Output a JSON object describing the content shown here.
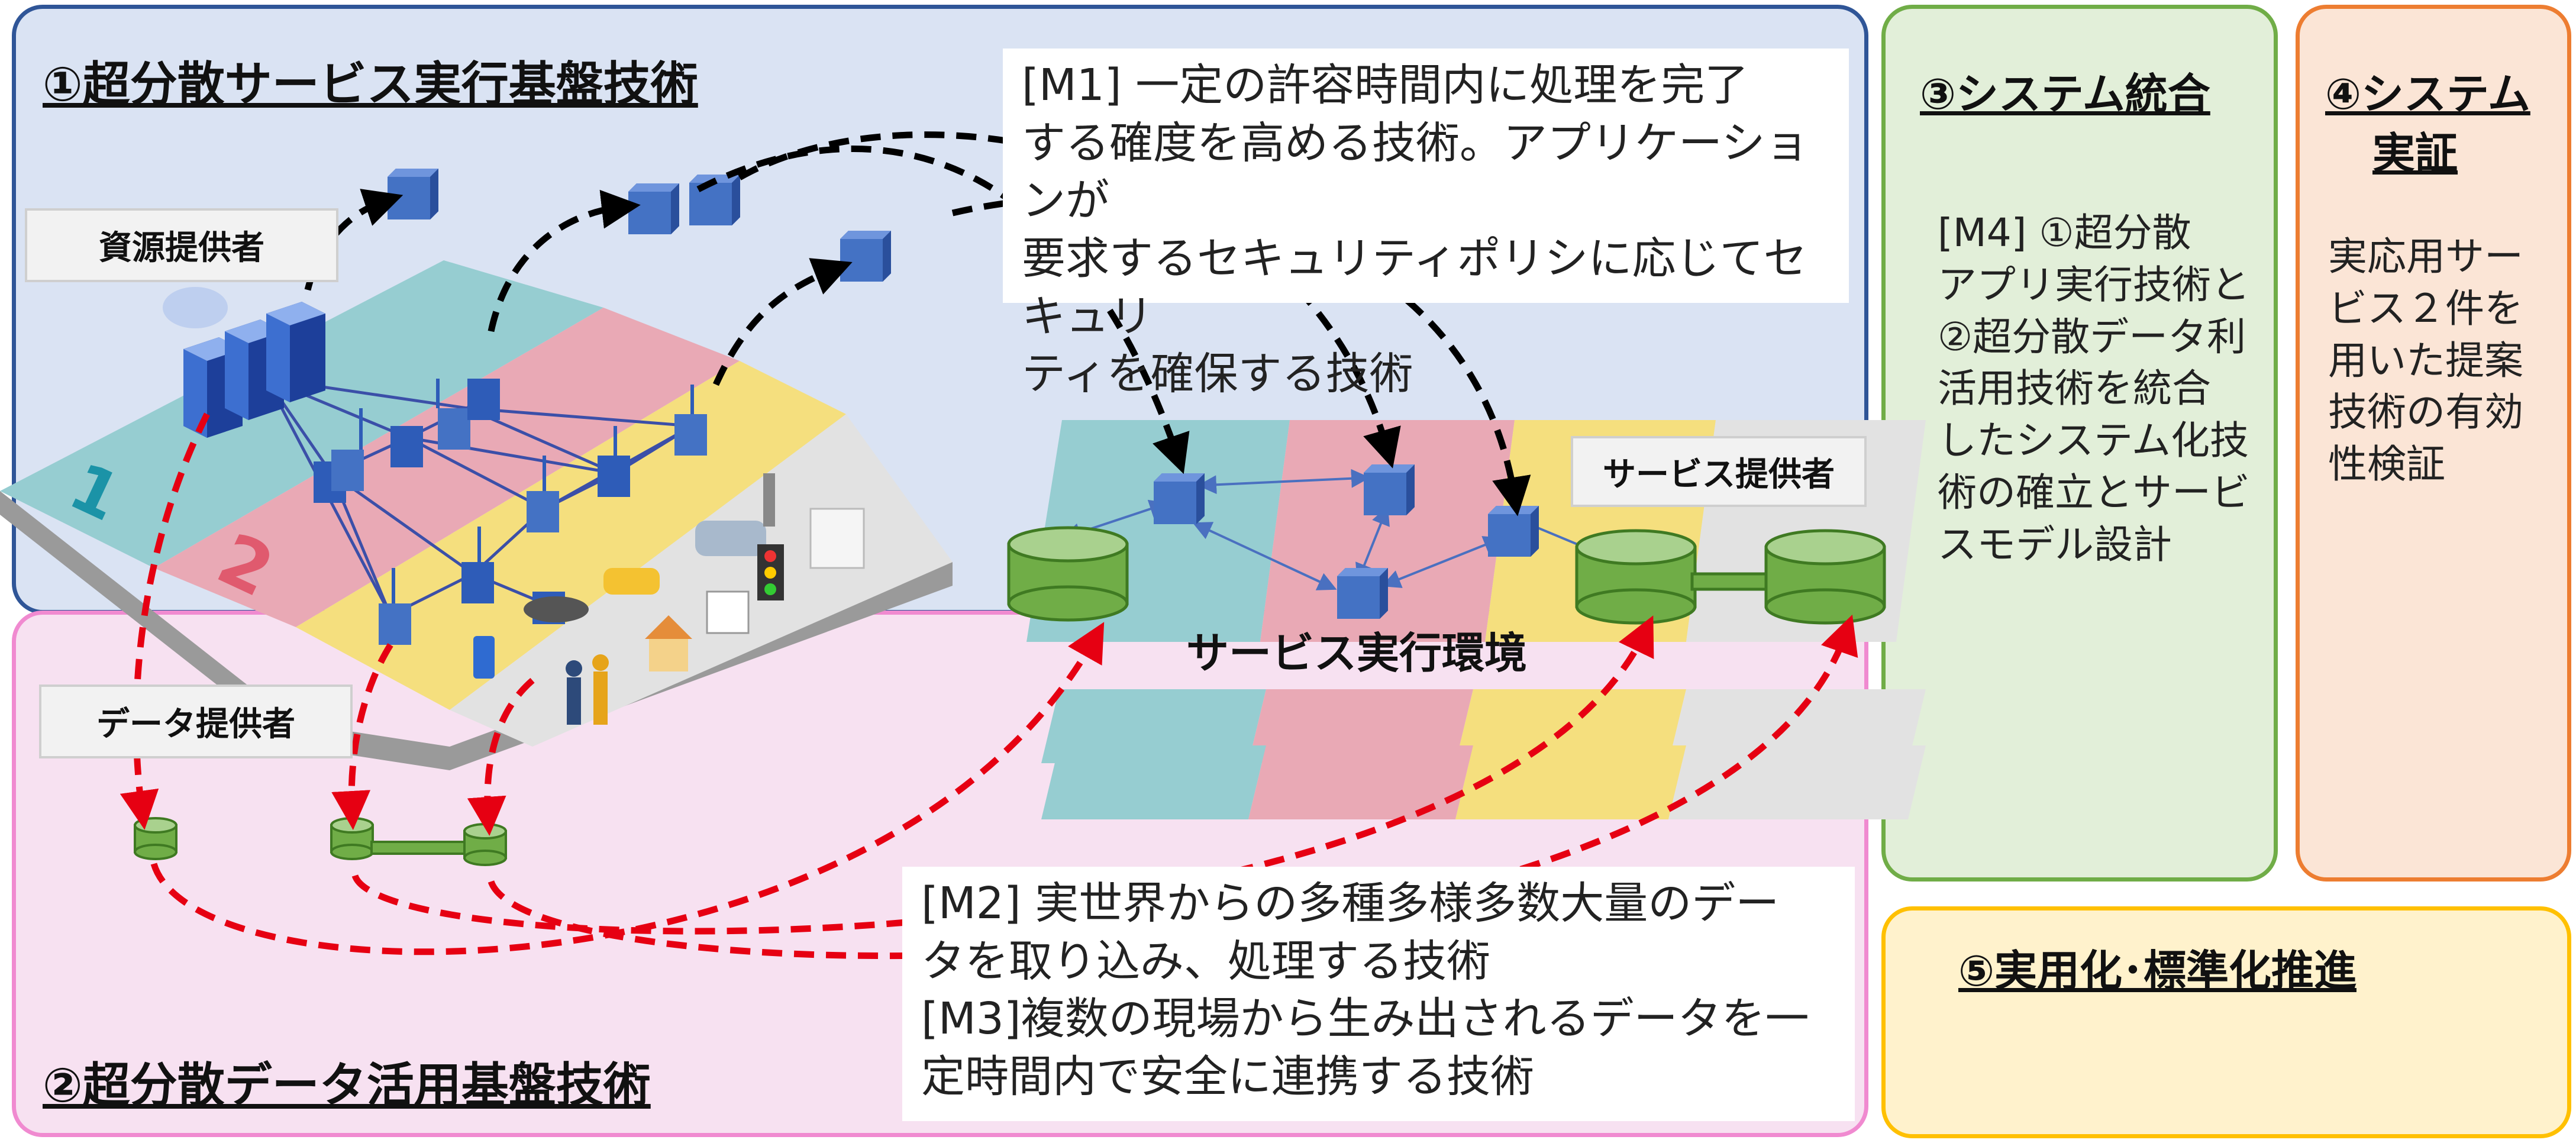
{
  "sections": {
    "s1_title": "①超分散サービス実行基盤技術",
    "s2_title": "②超分散データ活用基盤技術",
    "s3_title": "③システム統合",
    "s4_title_line1": "④システム",
    "s4_title_line2": "実証",
    "s5_title": "⑤実用化･標準化推進"
  },
  "m1": {
    "line1": "[M1] 一定の許容時間内に処理を完了",
    "line2": "する確度を高める技術。アプリケーションが",
    "line3": "要求するセキュリティポリシに応じてセキュリ",
    "line4": "ティを確保する技術"
  },
  "m2": {
    "line1": "[M2] 実世界からの多種多様多数大量のデー",
    "line2": "タを取り込み、処理する技術"
  },
  "m3": {
    "line1": "[M3]複数の現場から生み出されるデータを一",
    "line2": "定時間内で安全に連携する技術"
  },
  "m4": {
    "line1": "[M4] ①超分散",
    "line2": "アプリ実行技術と",
    "line3": "②超分散データ利",
    "line4": "活用技術を統合",
    "line5": "したシステム化技",
    "line6": "術の確立とサービ",
    "line7": "スモデル設計"
  },
  "s4_text": {
    "line1": "実応用サー",
    "line2": "ビス２件を",
    "line3": "用いた提案",
    "line4": "技術の有効",
    "line5": "性検証"
  },
  "labels": {
    "resource_provider": "資源提供者",
    "data_provider": "データ提供者",
    "service_provider": "サービス提供者",
    "service_env": "サービス実行環境",
    "zone1": "1",
    "zone2": "2"
  },
  "colors": {
    "panel1_fill": "#dae3f3",
    "panel1_border": "#2f5597",
    "panel2_fill": "#f7e1f1",
    "panel2_border": "#f08ad0",
    "panel3_fill": "#e2efd9",
    "panel3_border": "#70ad47",
    "panel4_fill": "#fbe5d6",
    "panel4_border": "#ed7d31",
    "panel5_fill": "#fff2cc",
    "panel5_border": "#ffc000",
    "zone_teal": "#96cdd1",
    "zone_pink": "#e9a9b5",
    "zone_yellow": "#f5df7e",
    "zone_gray": "#e2e2e2",
    "cube": "#4472c4",
    "cylinder": "#70ad47",
    "arrow_black": "#000000",
    "arrow_red": "#e60012"
  }
}
